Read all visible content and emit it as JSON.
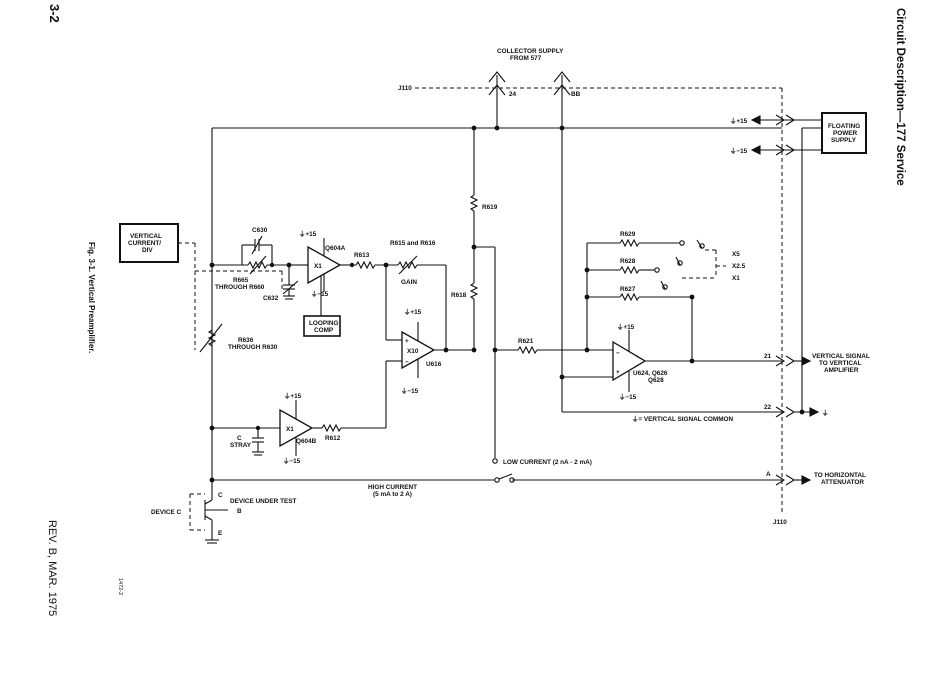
{
  "side": {
    "page_number": "3-2",
    "section_title": "Circuit Description—177 Service",
    "revision": "REV. B, MAR. 1975",
    "figure_caption": "Fig. 3-1.  Vertical Preamplifier.",
    "drawing_number": "1472-2"
  },
  "labels": {
    "collector_supply": "COLLECTOR SUPPLY",
    "from_577": "FROM 577",
    "j110": "J110",
    "pin_24": "24",
    "pin_bb": "BB",
    "pin_21": "21",
    "pin_22": "22",
    "pin_a": "A",
    "plus15": "⏚+15",
    "minus15": "⏚−15",
    "floating_ps_1": "FLOATING",
    "floating_ps_2": "POWER",
    "floating_ps_3": "SUPPLY",
    "vcd_1": "VERTICAL",
    "vcd_2": "CURRENT/",
    "vcd_3": "DIV",
    "c630": "C630",
    "r665": "R665",
    "through_r660": "THROUGH R660",
    "c632": "C632",
    "looping_1": "LOOPING",
    "looping_2": "COMP",
    "q604a": "Q604A",
    "x1": "X1",
    "r613": "R613",
    "r615_616": "R615 and R616",
    "gain": "GAIN",
    "r619": "R619",
    "r618": "R618",
    "x10": "X10",
    "u616": "U616",
    "r636": "R636",
    "through_r630": "THROUGH R630",
    "q604b": "Q604B",
    "r612": "R612",
    "c_label": "C",
    "stray": "STRAY",
    "r621": "R621",
    "r629": "R629",
    "r628": "R628",
    "r627": "R627",
    "x5": "X5",
    "x2_5": "X2.5",
    "u624": "U624, Q626",
    "q628": "Q628",
    "common": "⏚= VERTICAL SIGNAL COMMON",
    "vs_to_1": "VERTICAL SIGNAL",
    "vs_to_2": "TO VERTICAL",
    "vs_to_3": "AMPLIFIER",
    "low_current": "LOW CURRENT (2 nA - 2 mA)",
    "high_current_1": "HIGH CURRENT",
    "high_current_2": "(5 mA to 2 A)",
    "to_horiz_1": "TO HORIZONTAL",
    "to_horiz_2": "ATTENUATOR",
    "device_c": "DEVICE C",
    "device_under_test": "DEVICE UNDER TEST",
    "pin_c": "C",
    "pin_b": "B",
    "pin_e": "E",
    "plus": "+",
    "minus": "−",
    "gnd_sym": "⏚"
  }
}
